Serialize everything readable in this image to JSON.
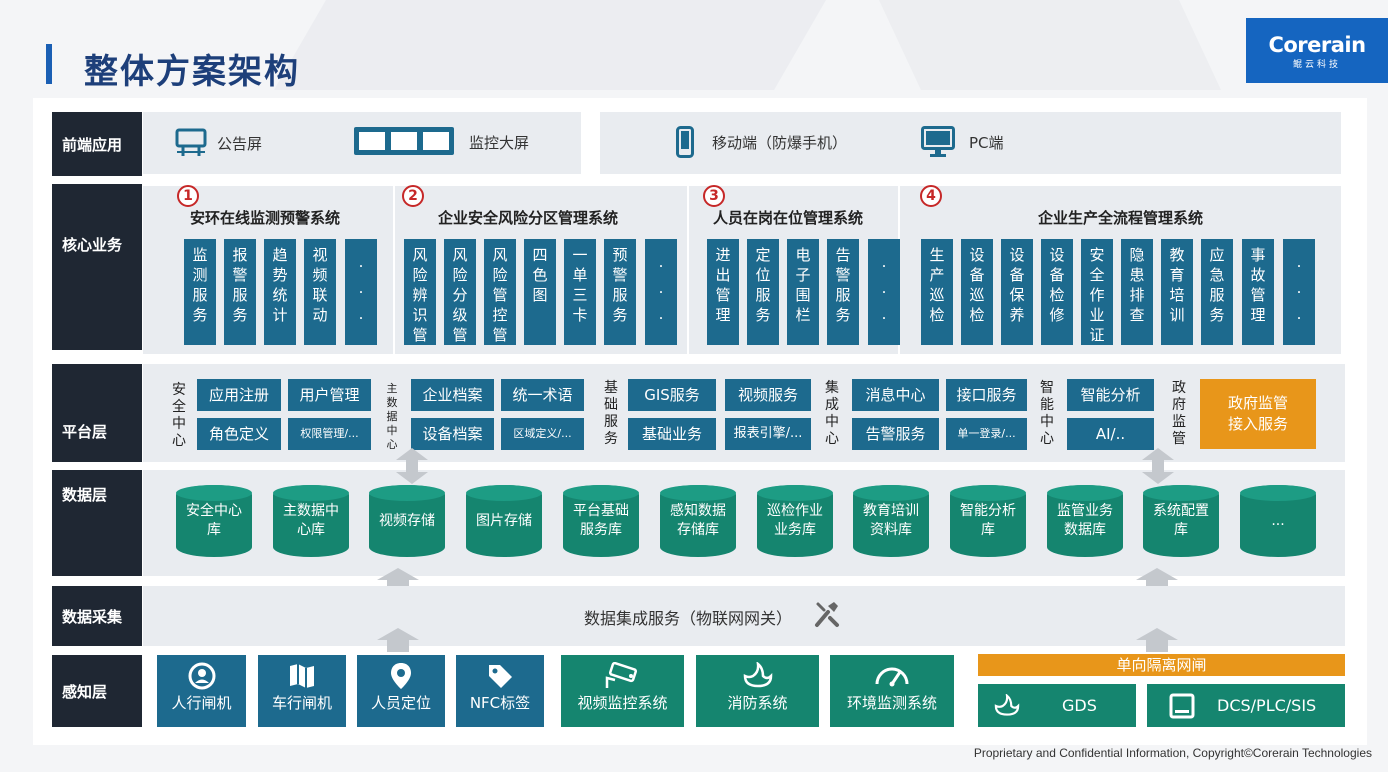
{
  "title": "整体方案架构",
  "logo": {
    "en": "Corerain",
    "cn": "鲲云科技"
  },
  "layers": {
    "front": "前端应用",
    "core": "核心业务",
    "platform": "平台层",
    "data": "数据层",
    "collect": "数据采集",
    "sense": "感知层"
  },
  "front": {
    "notice": "公告屏",
    "monitor": "监控大屏",
    "mobile": "移动端（防爆手机）",
    "pc": "PC端"
  },
  "core": {
    "s1": {
      "num": "1",
      "title": "安环在线监测预警系统",
      "items": [
        "监测服务",
        "报警服务",
        "趋势统计",
        "视频联动",
        "..."
      ]
    },
    "s2": {
      "num": "2",
      "title": "企业安全风险分区管理系统",
      "items": [
        "风险辨识管理",
        "风险分级管理",
        "风险管控管理",
        "四色图",
        "一单三卡",
        "预警服务",
        "..."
      ]
    },
    "s3": {
      "num": "3",
      "title": "人员在岗在位管理系统",
      "items": [
        "进出管理",
        "定位服务",
        "电子围栏",
        "告警服务",
        "..."
      ]
    },
    "s4": {
      "num": "4",
      "title": "企业生产全流程管理系统",
      "items": [
        "生产巡检",
        "设备巡检",
        "设备保养",
        "设备检修",
        "安全作业证",
        "隐患排查",
        "教育培训",
        "应急服务",
        "事故管理",
        "..."
      ]
    }
  },
  "platform": {
    "security_center": "安全中心",
    "master_center": "主数据中心",
    "basic_service": "基础服务",
    "integration_center": "集成中心",
    "smart_center": "智能中心",
    "gov_supervision": "政府监管",
    "btn_app_register": "应用注册",
    "btn_user_mgmt": "用户管理",
    "btn_role_def": "角色定义",
    "btn_perm_mgmt": "权限管理/...",
    "btn_company_file": "企业档案",
    "btn_unified_term": "统一术语",
    "btn_device_file": "设备档案",
    "btn_area_def": "区域定义/...",
    "btn_gis": "GIS服务",
    "btn_video": "视频服务",
    "btn_basic_biz": "基础业务",
    "btn_report": "报表引擎/...",
    "btn_msg": "消息中心",
    "btn_api": "接口服务",
    "btn_alarm": "告警服务",
    "btn_sso": "单一登录/...",
    "btn_smart_analysis": "智能分析",
    "btn_ai": "AI/..",
    "gov_access": "政府监管接入服务"
  },
  "data": {
    "dbs": [
      "安全中心库",
      "主数据中心库",
      "视频存储",
      "图片存储",
      "平台基础服务库",
      "感知数据存储库",
      "巡检作业业务库",
      "教育培训资料库",
      "智能分析库",
      "监管业务数据库",
      "系统配置库",
      "..."
    ]
  },
  "collect": {
    "label": "数据集成服务（物联网网关）"
  },
  "sense": {
    "items": [
      "人行闸机",
      "车行闸机",
      "人员定位",
      "NFC标签"
    ],
    "green": [
      "视频监控系统",
      "消防系统",
      "环境监测系统"
    ],
    "gateway": "单向隔离网闸",
    "gds": "GDS",
    "dcs": "DCS/PLC/SIS"
  },
  "footer": "Proprietary and Confidential Information, Copyright©Corerain Technologies",
  "colors": {
    "dark": "#1f2733",
    "teal": "#1d6a8e",
    "green": "#15856f",
    "orange": "#e8961a",
    "blue": "#1565c0"
  }
}
